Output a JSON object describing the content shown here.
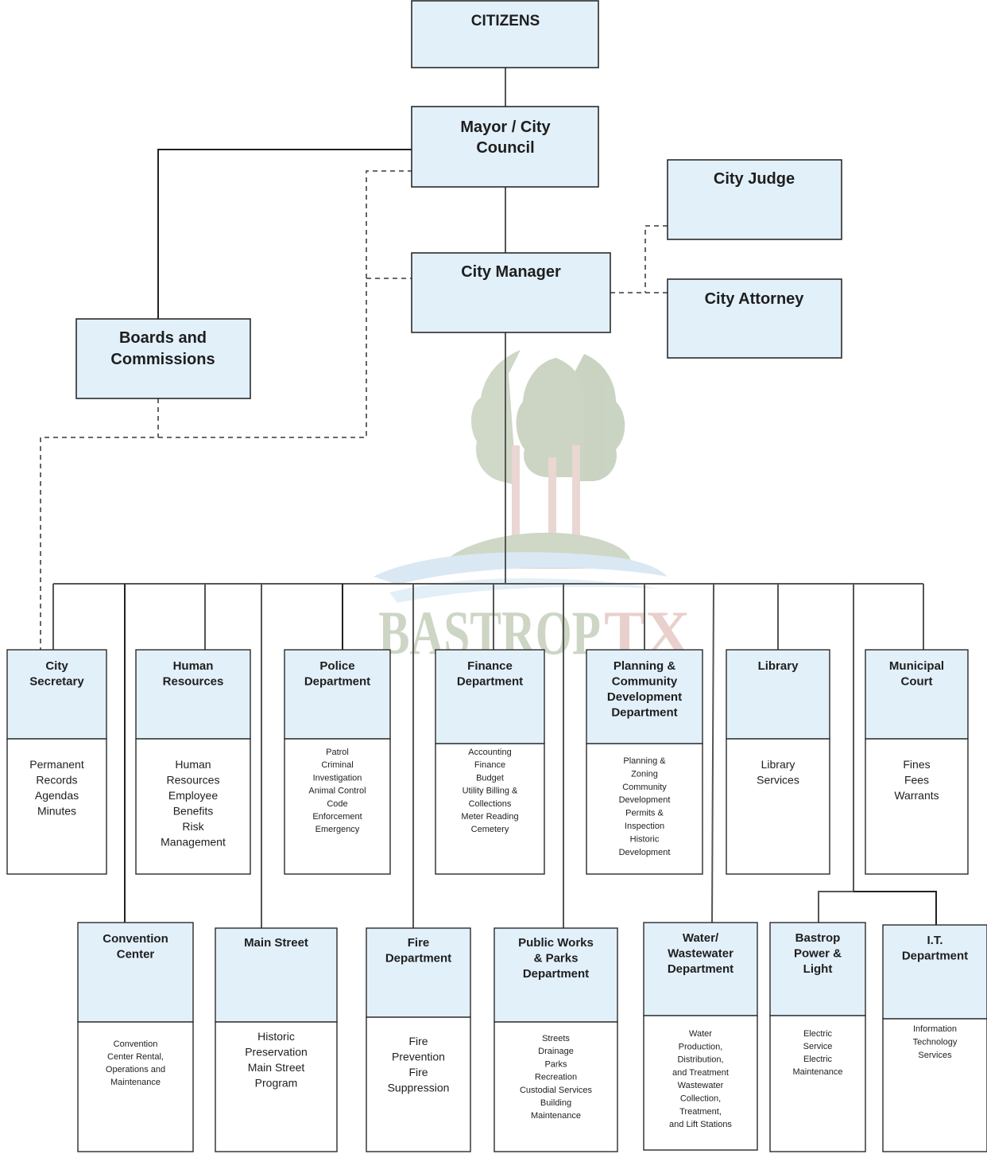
{
  "top": {
    "citizens": "CITIZENS",
    "council": [
      "Mayor / City",
      "Council"
    ],
    "judge": "City Judge",
    "manager": "City Manager",
    "attorney": "City Attorney",
    "boards": [
      "Boards and",
      "Commissions"
    ]
  },
  "watermark": {
    "name": "BASTROP",
    "suffix": "TX"
  },
  "departments": [
    {
      "key": "city-secretary",
      "title": [
        "City",
        "Secretary"
      ],
      "services": [
        "Permanent",
        "Records",
        "Agendas",
        "Minutes"
      ]
    },
    {
      "key": "human-resources",
      "title": [
        "Human",
        "Resources"
      ],
      "services": [
        "Human",
        "Resources",
        "Employee",
        "Benefits",
        "Risk",
        "Management"
      ]
    },
    {
      "key": "police",
      "title": [
        "Police",
        "Department"
      ],
      "services": [
        "Patrol",
        "Criminal",
        "Investigation",
        "Animal Control",
        "Code",
        "Enforcement",
        "Emergency"
      ]
    },
    {
      "key": "finance",
      "title": [
        "Finance",
        "Department"
      ],
      "services": [
        "Accounting",
        "Finance",
        "Budget",
        "Utility Billing &",
        "Collections",
        "Meter Reading",
        "Cemetery"
      ]
    },
    {
      "key": "planning",
      "title": [
        "Planning &",
        "Community",
        "Development",
        "Department"
      ],
      "services": [
        "Planning &",
        "Zoning",
        "Community",
        "Development",
        "Permits &",
        "Inspection",
        "Historic",
        "Development"
      ]
    },
    {
      "key": "library",
      "title": [
        "Library"
      ],
      "services": [
        "Library",
        "Services"
      ]
    },
    {
      "key": "municipal-court",
      "title": [
        "Municipal",
        "Court"
      ],
      "services": [
        "Fines",
        "Fees",
        "Warrants"
      ]
    },
    {
      "key": "convention-center",
      "title": [
        "Convention",
        "Center"
      ],
      "services": [
        "Convention",
        "Center Rental,",
        "Operations and",
        "Maintenance"
      ]
    },
    {
      "key": "main-street",
      "title": [
        "Main Street"
      ],
      "services": [
        "Historic",
        "Preservation",
        "Main Street",
        "Program"
      ]
    },
    {
      "key": "fire",
      "title": [
        "Fire",
        "Department"
      ],
      "services": [
        "Fire",
        "Prevention",
        "Fire",
        "Suppression"
      ]
    },
    {
      "key": "public-works",
      "title": [
        "Public Works",
        "& Parks",
        "Department"
      ],
      "services": [
        "Streets",
        "Drainage",
        "Parks",
        "Recreation",
        "Custodial Services",
        "Building",
        "Maintenance"
      ]
    },
    {
      "key": "water",
      "title": [
        "Water/",
        "Wastewater",
        "Department"
      ],
      "services": [
        "Water",
        "Production,",
        "Distribution,",
        "and Treatment",
        "Wastewater",
        "Collection,",
        "Treatment,",
        "and Lift Stations"
      ]
    },
    {
      "key": "power-light",
      "title": [
        "Bastrop",
        "Power &",
        "Light"
      ],
      "services": [
        "Electric",
        "Service",
        "Electric",
        "Maintenance"
      ]
    },
    {
      "key": "it",
      "title": [
        "I.T.",
        "Department"
      ],
      "services": [
        "Information",
        "Technology",
        "Services"
      ]
    }
  ]
}
